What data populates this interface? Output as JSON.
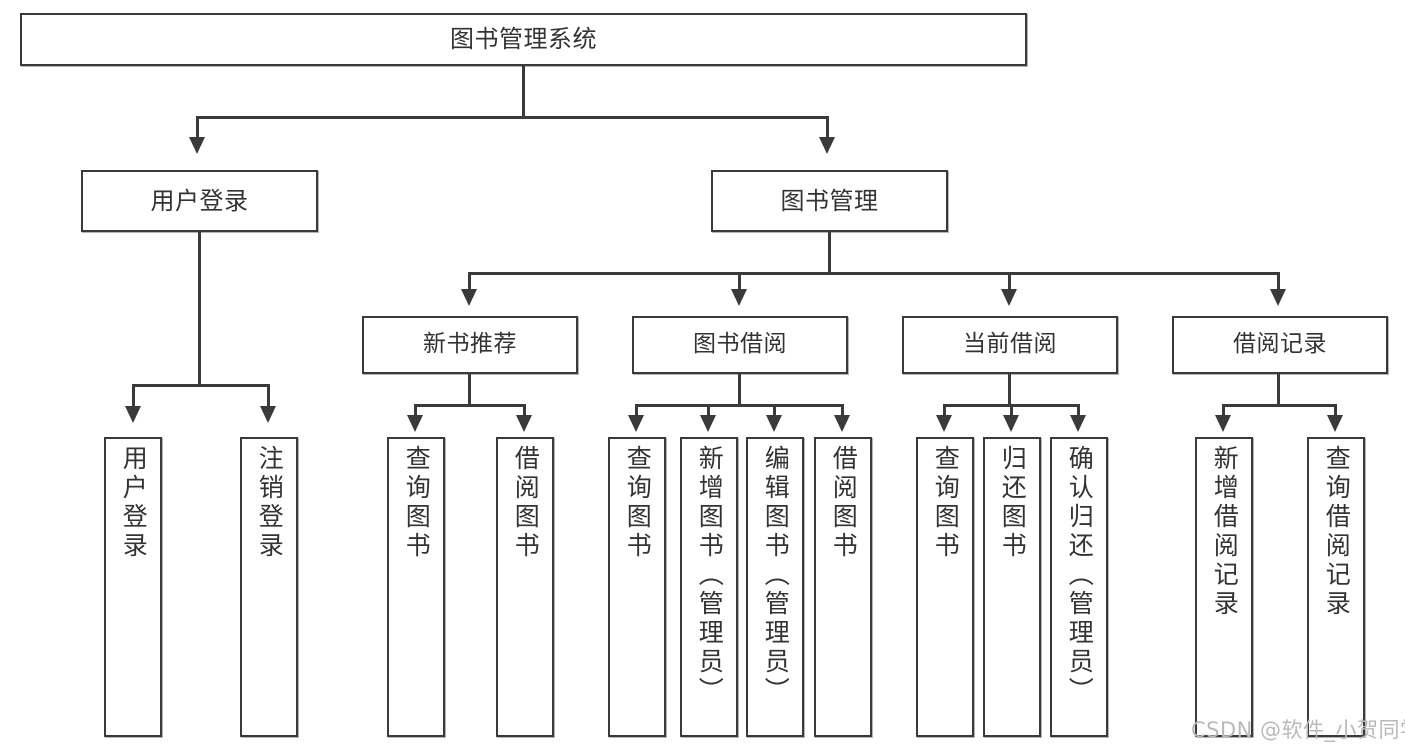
{
  "diagram": {
    "type": "tree-hierarchy",
    "title": "图书管理系统",
    "root": {
      "id": "root",
      "label": "图书管理系统"
    },
    "level2": [
      {
        "id": "user-login",
        "label": "用户登录"
      },
      {
        "id": "book-management",
        "label": "图书管理"
      }
    ],
    "level3": [
      {
        "id": "new-book-recommend",
        "label": "新书推荐",
        "parent": "book-management"
      },
      {
        "id": "book-borrow",
        "label": "图书借阅",
        "parent": "book-management"
      },
      {
        "id": "current-borrow",
        "label": "当前借阅",
        "parent": "book-management"
      },
      {
        "id": "borrow-record",
        "label": "借阅记录",
        "parent": "book-management"
      }
    ],
    "leaves": {
      "user_login": [
        {
          "id": "leaf-user-login",
          "label": "用户登录"
        },
        {
          "id": "leaf-user-logout",
          "label": "注销登录"
        }
      ],
      "new_book_recommend": [
        {
          "id": "leaf-query-book-1",
          "label": "查询图书"
        },
        {
          "id": "leaf-borrow-book-1",
          "label": "借阅图书"
        }
      ],
      "book_borrow": [
        {
          "id": "leaf-query-book-2",
          "label": "查询图书"
        },
        {
          "id": "leaf-add-book",
          "label": "新增图书（管理员）"
        },
        {
          "id": "leaf-edit-book",
          "label": "编辑图书（管理员）"
        },
        {
          "id": "leaf-borrow-book-2",
          "label": "借阅图书"
        }
      ],
      "current_borrow": [
        {
          "id": "leaf-query-book-3",
          "label": "查询图书"
        },
        {
          "id": "leaf-return-book",
          "label": "归还图书"
        },
        {
          "id": "leaf-confirm-return",
          "label": "确认归还（管理员）"
        }
      ],
      "borrow_record": [
        {
          "id": "leaf-add-record",
          "label": "新增借阅记录"
        },
        {
          "id": "leaf-query-record",
          "label": "查询借阅记录"
        }
      ]
    },
    "colors": {
      "stroke": "#3a3a3a",
      "text": "#333333",
      "background": "#ffffff",
      "watermark": "#b9b9b9"
    }
  },
  "watermark": {
    "text": "CSDN @软件_小贺同学"
  }
}
